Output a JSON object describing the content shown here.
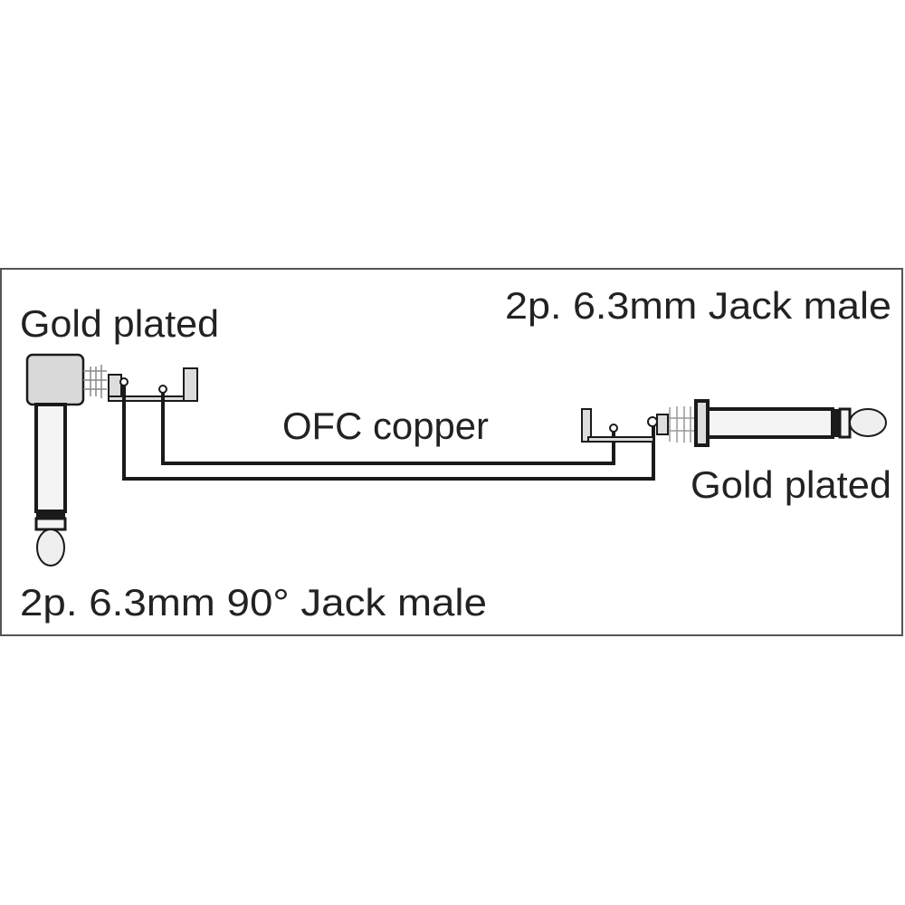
{
  "labels": {
    "left_plating": "Gold plated",
    "right_connector": "2p. 6.3mm Jack male",
    "cable": "OFC copper",
    "right_plating": "Gold plated",
    "left_connector": "2p. 6.3mm 90° Jack male"
  },
  "colors": {
    "line": "#1a1a1a",
    "connector_body": "#d9d9d9",
    "shaft": "#f2f2f2",
    "frame": "#555555"
  }
}
